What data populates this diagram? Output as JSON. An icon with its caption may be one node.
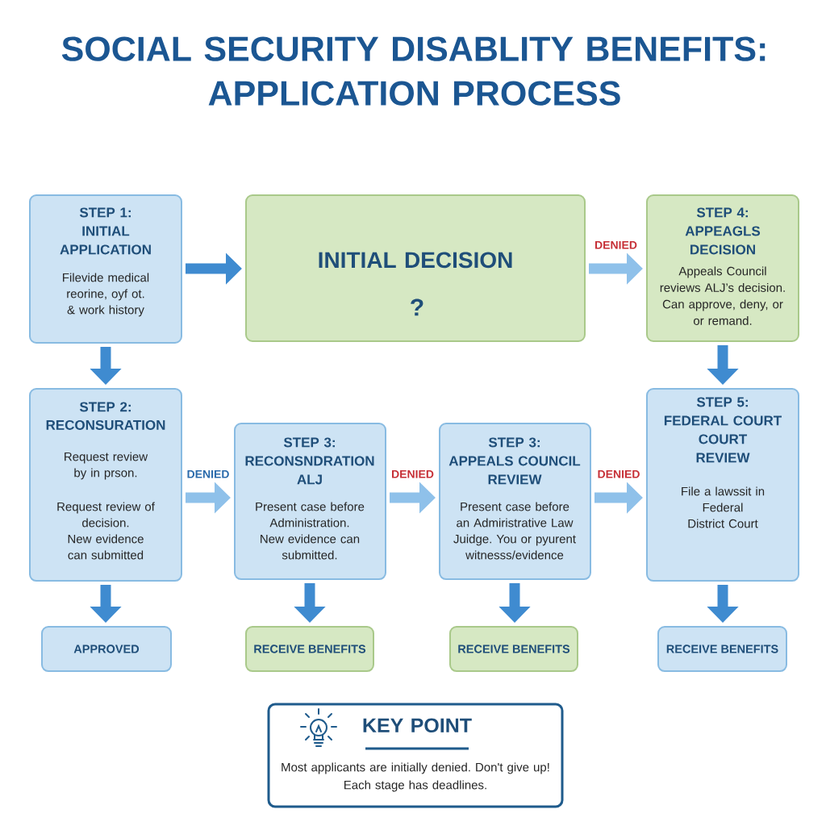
{
  "diagram": {
    "title": "SOCIAL SECURITY DISABLITY BENEFITS: APPLICATION PROCESS",
    "nodes": [
      {
        "text": [
          "STEP 1: INITIAL APPLICATION",
          "Filevide medical reorine, oyf ot. & work history"
        ]
      },
      {
        "text": [
          "INITIAL DECISION",
          "?"
        ]
      },
      {
        "text": [
          "STEP 4: APPEAGLS DECISION",
          "Appeals Council reviews ALJ’s decision. Can approve, deny, or or remand."
        ]
      },
      {
        "text": [
          "STEP 2: RECONSURATION",
          "Request review by in prson.",
          "Request review of decision. New evidence can submitted"
        ]
      },
      {
        "text": [
          "STEP 3: RECONSNDRATION ALJ",
          "Present case before Administration. New evidence can submitted."
        ]
      },
      {
        "text": [
          "STEP 3: APPEALS COUNCIL REVIEW",
          "Present case before an Admiristrative Law Juidge. You or pyurent witnesss/evidence"
        ]
      },
      {
        "text": [
          "STEP 5: FEDERAL COURT COURT REVIEW",
          "File a lawssit in Federal District Court"
        ]
      },
      {
        "text": [
          "APPROVED"
        ]
      },
      {
        "text": [
          "RECEIVE BENEFITS"
        ]
      },
      {
        "text": [
          "RECEIVE BENEFITS"
        ]
      },
      {
        "text": [
          "RECEIVE BENEFITS"
        ]
      },
      {
        "text": [
          "KEY POINT",
          "Most applicants are initially denied. Don't give up! Each stage has deadlines."
        ]
      }
    ],
    "edges": [
      {
        "from": 0,
        "to": 1,
        "arrow": "to"
      },
      {
        "from": 1,
        "to": 2,
        "arrow": "to",
        "label": "DENIED",
        "color": "#8fc1ea"
      },
      {
        "from": 0,
        "to": 3,
        "arrow": "to"
      },
      {
        "from": 2,
        "to": 6,
        "arrow": "to"
      },
      {
        "from": 3,
        "to": 4,
        "arrow": "to",
        "label": "DENIED",
        "color": "#8fc1ea"
      },
      {
        "from": 4,
        "to": 5,
        "arrow": "to",
        "label": "DENIED",
        "color": "#8fc1ea"
      },
      {
        "from": 5,
        "to": 6,
        "arrow": "to",
        "label": "DENIED",
        "color": "#8fc1ea"
      },
      {
        "from": 3,
        "to": 7,
        "arrow": "to"
      },
      {
        "from": 4,
        "to": 8,
        "arrow": "to"
      },
      {
        "from": 5,
        "to": 9,
        "arrow": "to"
      },
      {
        "from": 6,
        "to": 10,
        "arrow": "to"
      }
    ]
  }
}
